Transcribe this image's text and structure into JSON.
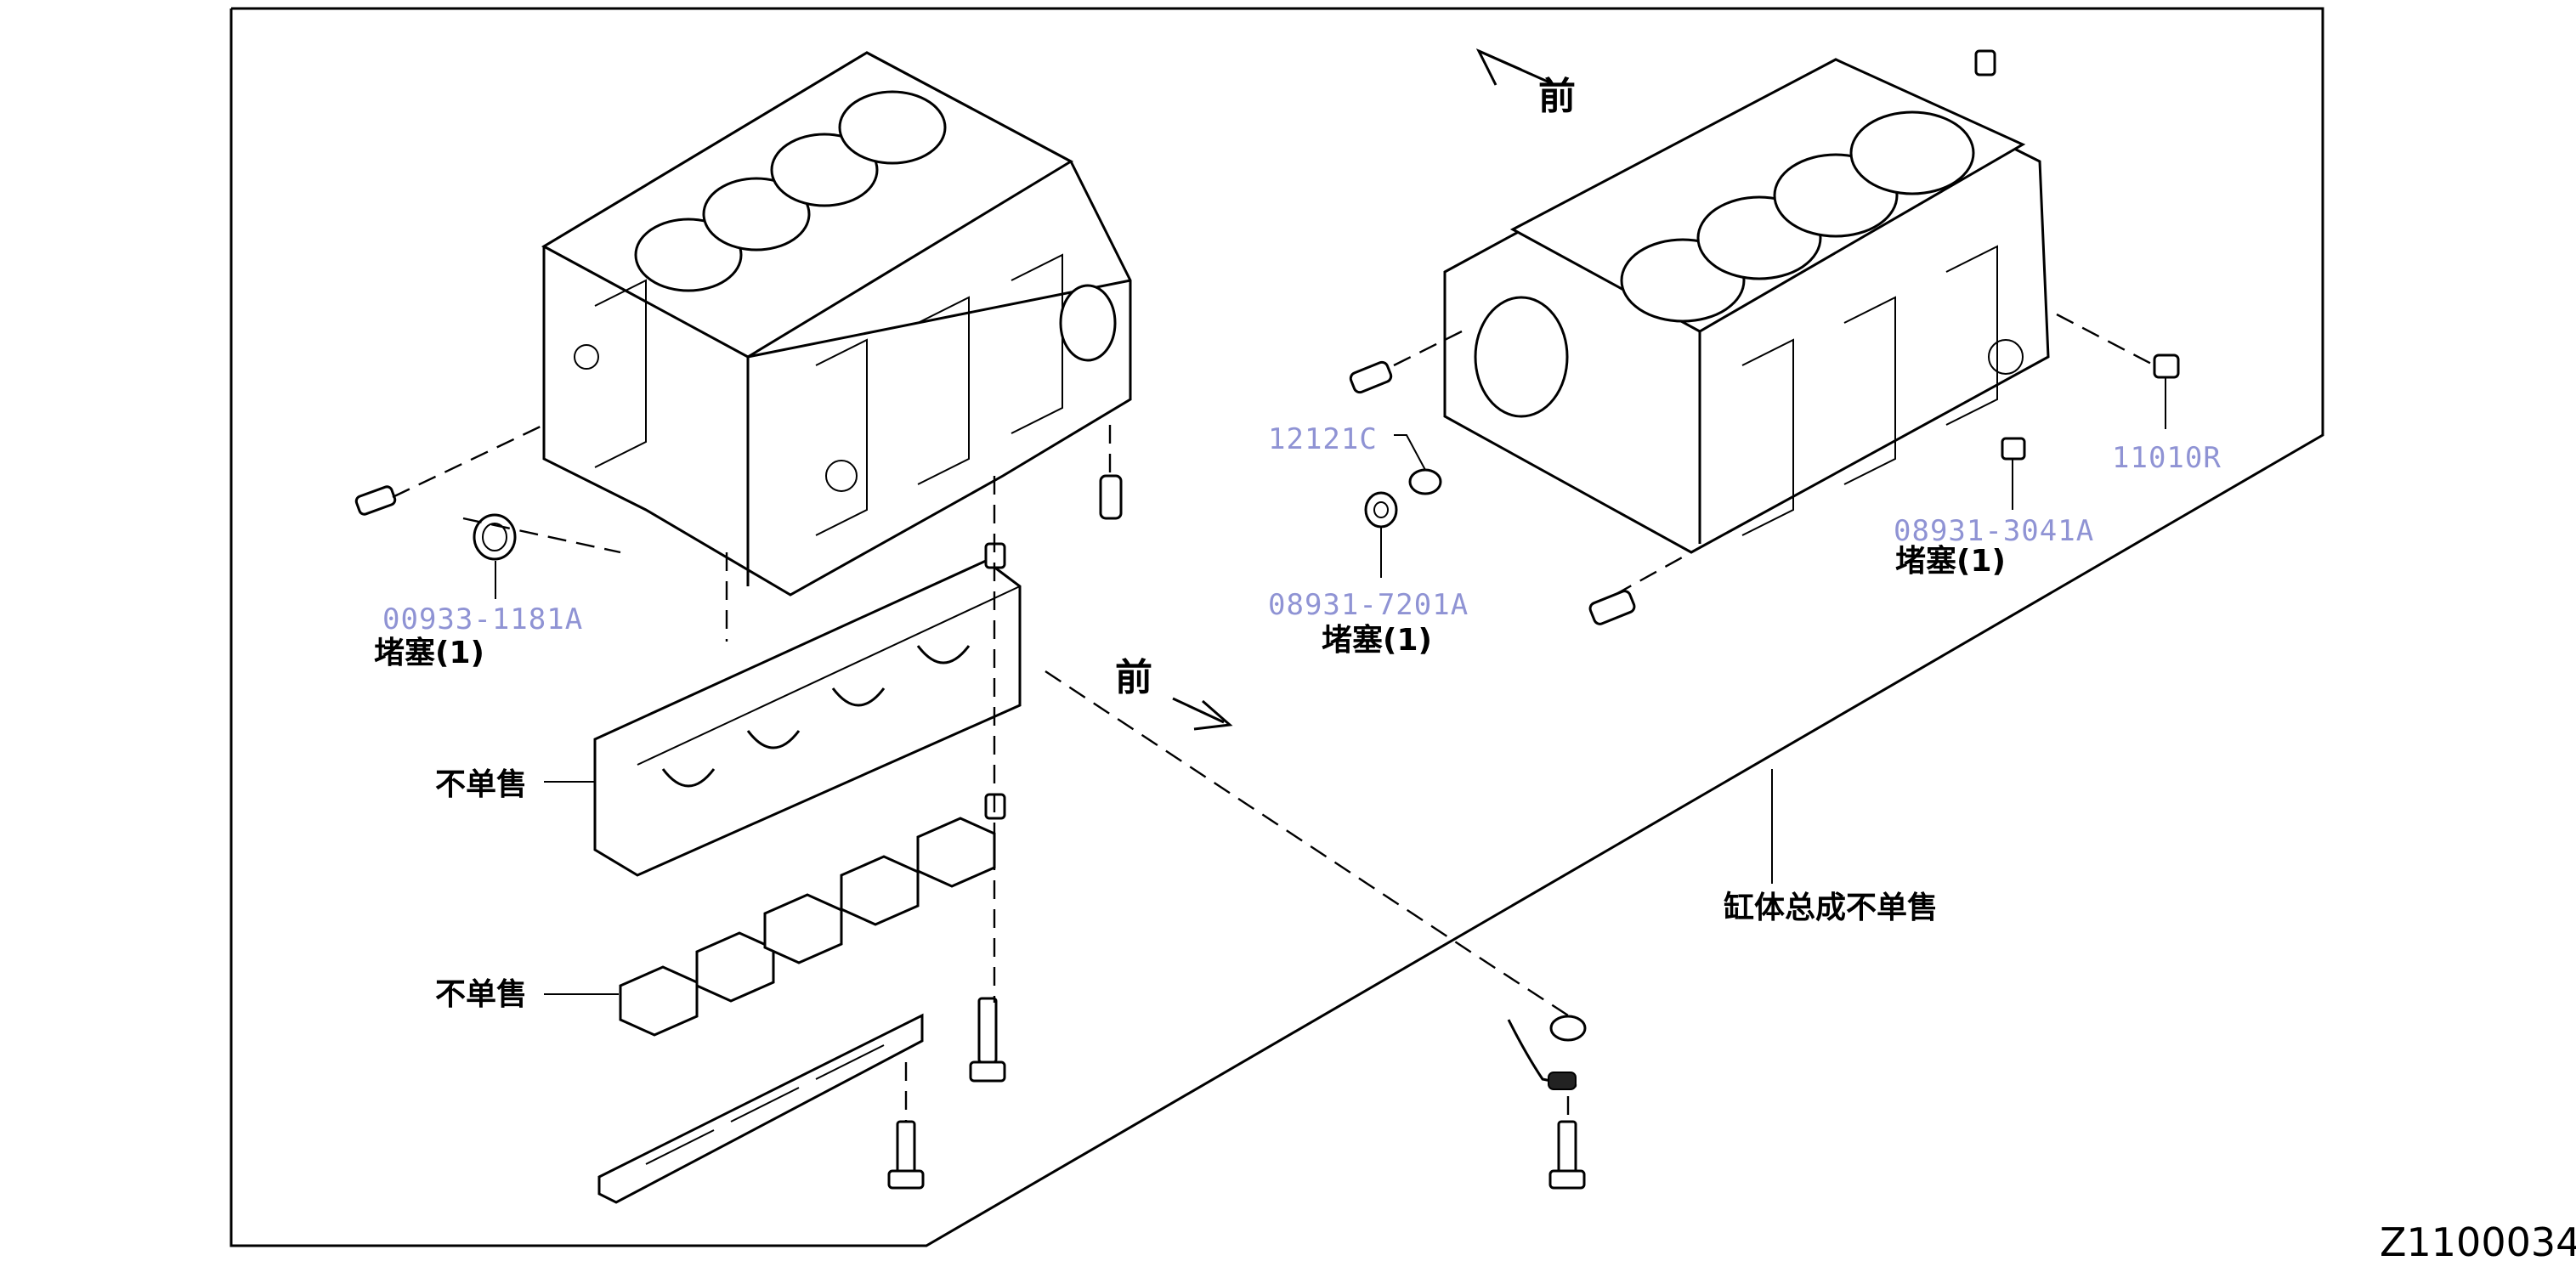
{
  "labels": {
    "front_top": "前",
    "front_mid": "前",
    "not_sold_1": "不单售",
    "not_sold_2": "不单售",
    "block_not_sold": "缸体总成不单售",
    "plug_a": "堵塞(1)",
    "plug_b": "堵塞(1)",
    "plug_c": "堵塞(1)"
  },
  "part_numbers": {
    "p_00933": "00933-1181A",
    "p_12121": "12121C",
    "p_08931_7201": "08931-7201A",
    "p_08931_3041": "08931-3041A",
    "p_11010": "11010R"
  },
  "figure_id": "Z1100034",
  "colors": {
    "part_number": "#8f93d4",
    "line": "#000000",
    "background": "#ffffff"
  }
}
